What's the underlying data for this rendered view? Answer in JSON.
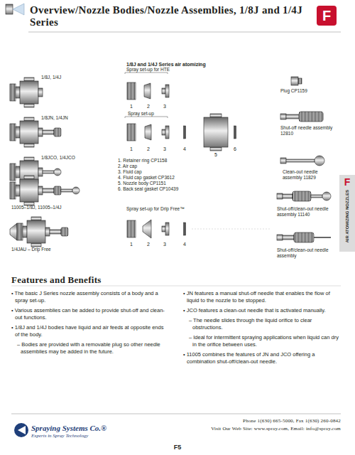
{
  "diagram": {
    "title": "Overview/Nozzle Bodies/Nozzle Assemblies, 1/8J and 1/4J Series",
    "nodes": [
      {
        "text": [
          "F"
        ]
      },
      {
        "text": [
          "F",
          "AIR ATOMIZING NOZZLES"
        ]
      }
    ],
    "labels": [
      "1/8J and 1/4J Series air atomizing",
      "1/8J, 1/4J",
      "1/8JN, 1/4JN",
      "1/8JCO, 1/4JCO",
      "11005–1/8J, 11005–1/4J",
      "1/4JAU – Drip Free",
      "Spray set-up for HTE",
      "1",
      "2",
      "3",
      "Spray set-up",
      "1",
      "2",
      "3",
      "4",
      "5",
      "6",
      "1. Retainer ring CP1158",
      "2. Air cap",
      "3. Fluid cap",
      "4. Fluid cap gasket CP3612",
      "5. Nozzle body CP1151",
      "6. Back seal gasket CP10439",
      "Spray set-up for Drip Free™",
      "1",
      "2",
      "3",
      "4",
      "Plug CP1159",
      "Shut-off needle assembly 12810",
      "Clean-out needle assembly 11829",
      "Shut-off/clean-out needle assembly 11140",
      "Shut-off/clean-out needle assembly",
      "Features and Benefits",
      "• The basic J Series nozzle assembly consists of a body and a spray set-up.",
      "• Various assemblies can be added to provide shut-off and clean-out functions.",
      "• 1/8J and 1/4J bodies have liquid and air feeds at opposite ends of the body.",
      "– Bodies are provided with a removable plug so other needle assemblies may be added in the future.",
      "• JN features a manual shut-off needle that enables the flow of liquid to the nozzle to be stopped.",
      "• JCO features a clean-out needle that is activated manually.",
      "– The needle slides through the liquid orifice to clear obstructions.",
      "– Ideal for intermittent spraying applications when liquid can dry in the orifice between uses.",
      "• 11005 combines the features of JN and JCO offering a combination shut-off/clean-out needle.",
      "Spraying Systems Co.®",
      "Experts in Spray Technology",
      "Phone 1(630) 665-5000, Fax 1(630) 260-0842",
      "Visit Our Web Site: www.spray.com, Email: info@spray.com",
      "F5"
    ]
  }
}
